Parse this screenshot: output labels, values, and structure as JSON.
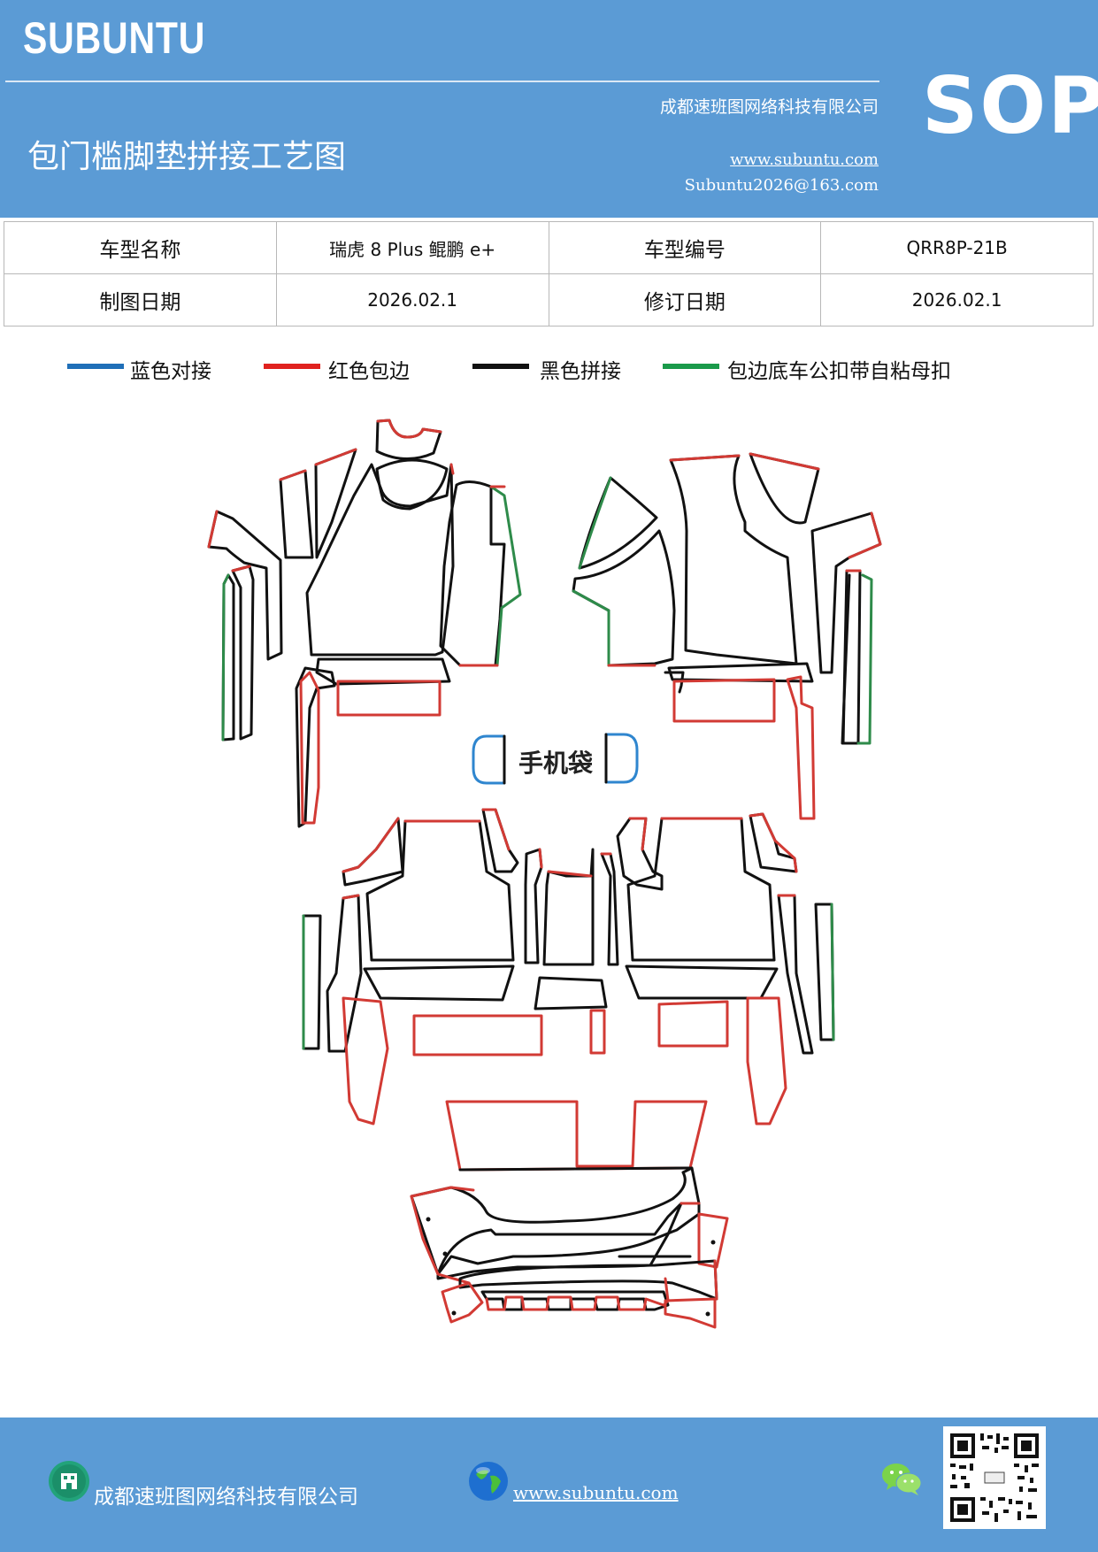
{
  "header": {
    "brand": "SUBUNTU",
    "company": "成都速班图网络科技有限公司",
    "title": "包门槛脚垫拼接工艺图",
    "website": "www.subuntu.com",
    "email": "Subuntu2026@163.com",
    "badge": "SOP",
    "background": "#5b9bd5"
  },
  "info_table": {
    "rows": [
      [
        "车型名称",
        "瑞虎 8 Plus  鲲鹏 e+",
        "车型编号",
        "QRR8P-21B"
      ],
      [
        "制图日期",
        "2026.02.1",
        "修订日期",
        "2026.02.1"
      ]
    ]
  },
  "legend": [
    {
      "label": "蓝色对接",
      "color": "#1f6fb8"
    },
    {
      "label": "红色包边",
      "color": "#e0221f"
    },
    {
      "label": "黑色拼接",
      "color": "#111111"
    },
    {
      "label": "包边底车公扣带自粘母扣",
      "color": "#1a9a4a"
    }
  ],
  "diagram": {
    "phone_pocket_label": "手机袋",
    "edge_colors": {
      "blue": "#2f86cf",
      "red": "#d23a34",
      "black": "#111111",
      "green": "#2e8b4a"
    }
  },
  "footer": {
    "company": "成都速班图网络科技有限公司",
    "website": "www.subuntu.com ",
    "icons": [
      "building-icon",
      "globe-icon",
      "wechat-icon",
      "qr-code"
    ]
  }
}
